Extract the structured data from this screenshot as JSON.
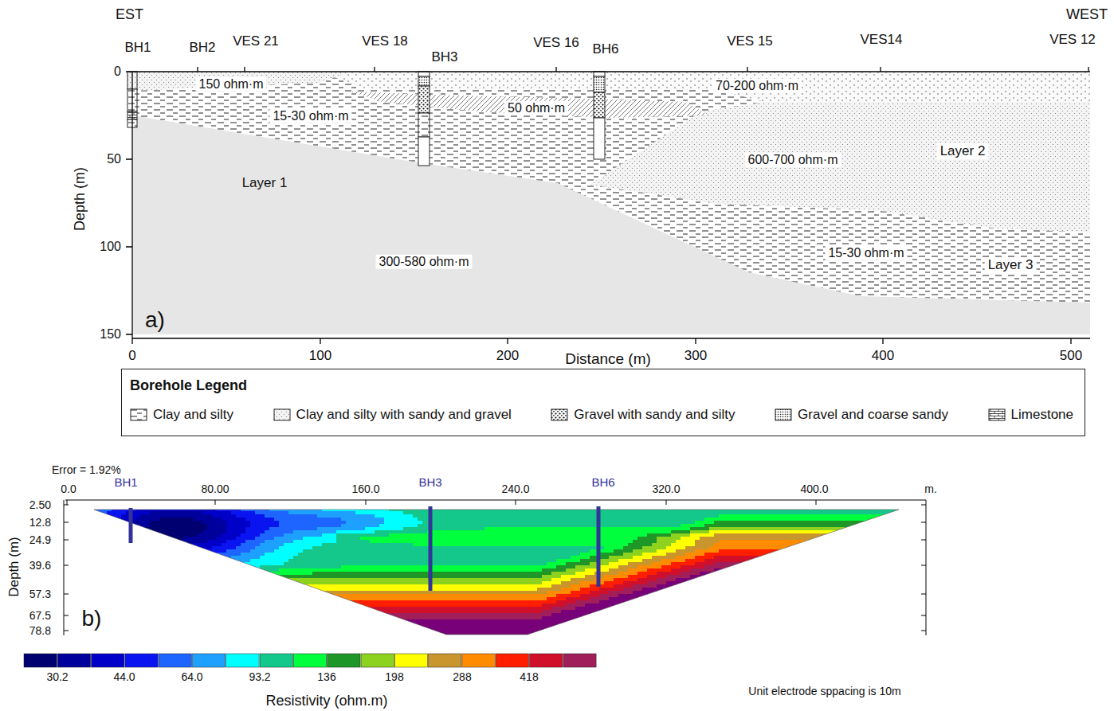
{
  "diagram": {
    "nodes": [
      {
        "text": [
          "Borehole Legend"
        ]
      }
    ],
    "labels": [
      "EST",
      "WEST",
      "BH1",
      "BH2",
      "VES 21",
      "VES 18",
      "BH3",
      "VES 16",
      "BH6",
      "VES 15",
      "VES14",
      "VES 12",
      "0",
      "50",
      "100",
      "150",
      "Depth (m)",
      "150 ohm·m",
      "15-30 ohm·m",
      "50 ohm·m",
      "70-200 ohm·m",
      "600-700 ohm·m",
      "Layer 2",
      "Layer 1",
      "300-580 ohm·m",
      "15-30 ohm·m",
      "Layer 3",
      "a)",
      "0",
      "100",
      "200",
      "Distance (m)",
      "300",
      "400",
      "500",
      "Error = 1.92%",
      "0.0",
      "BH1",
      "80.00",
      "160.0",
      "BH3",
      "240.0",
      "BH6",
      "320.0",
      "400.0",
      "m.",
      "2.50",
      "12.8",
      "24.9",
      "39.6",
      "57.3",
      "67.5",
      "78.8",
      "Depth (m)",
      "b)",
      "30.2",
      "44.0",
      "64.0",
      "93.2",
      "136",
      "198",
      "288",
      "418",
      "Resistivity (ohm.m)",
      "Unit electrode sppacing  is 10m"
    ],
    "legend": [
      {
        "text": "Clay and silty"
      },
      {
        "text": "Clay and silty with sandy and gravel"
      },
      {
        "text": "Gravel with sandy and silty"
      },
      {
        "text": "Gravel and coarse sandy"
      },
      {
        "text": "Limestone"
      }
    ]
  }
}
